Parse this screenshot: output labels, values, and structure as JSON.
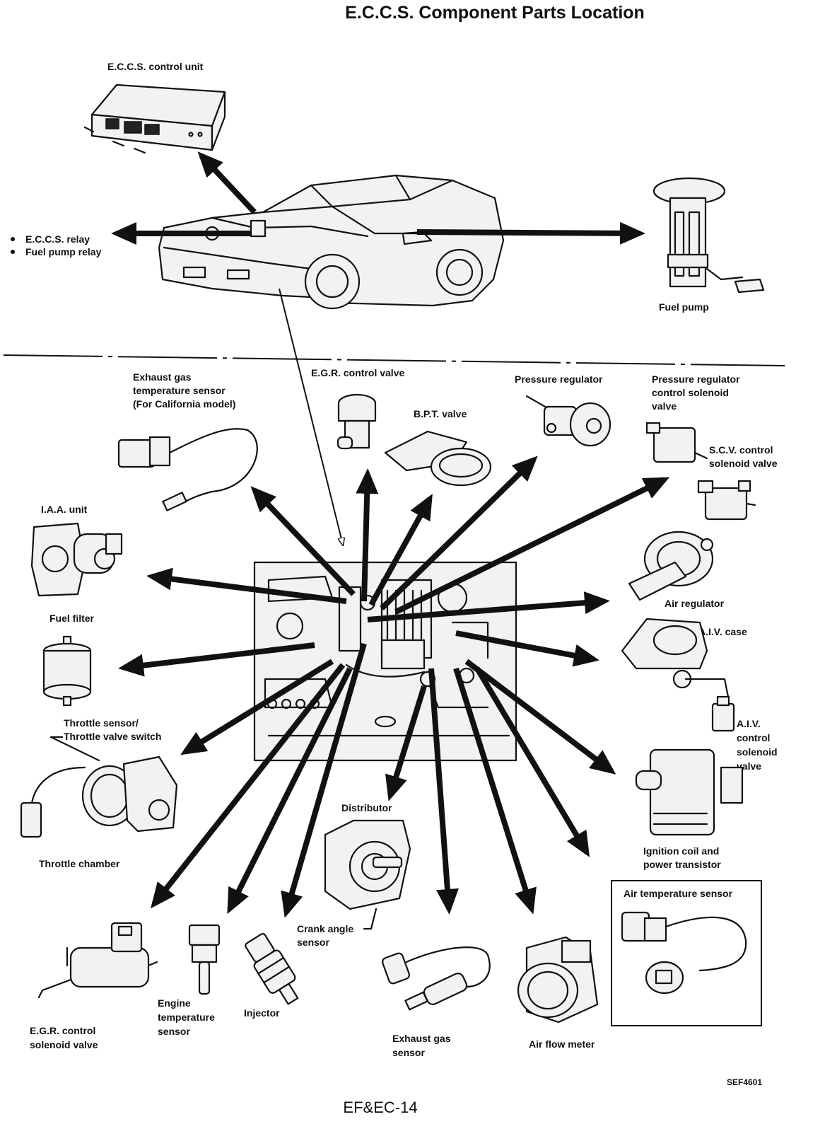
{
  "title": "E.C.C.S. Component Parts Location",
  "footer": "EF&EC-14",
  "figure_code": "SEF4601",
  "labels": {
    "control_unit": "E.C.C.S. control unit",
    "eccs_relay": "E.C.C.S. relay",
    "fuel_pump_relay": "Fuel pump relay",
    "fuel_pump": "Fuel pump",
    "exhaust_gas_temp_sensor": [
      "Exhaust gas",
      "temperature sensor",
      "(For California model)"
    ],
    "egr_control_valve": "E.G.R. control valve",
    "bpt_valve": "B.P.T. valve",
    "pressure_regulator": "Pressure regulator",
    "pressure_regulator_solenoid": [
      "Pressure regulator",
      "control solenoid",
      "valve"
    ],
    "scv_control_solenoid": [
      "S.C.V. control",
      "solenoid valve"
    ],
    "iaa_unit": "I.A.A. unit",
    "air_regulator": "Air regulator",
    "fuel_filter": "Fuel filter",
    "aiv_case": "A.I.V. case",
    "aiv_control_solenoid": [
      "A.I.V.",
      "control",
      "solenoid",
      "valve"
    ],
    "throttle_sensor": [
      "Throttle sensor/",
      "Throttle valve switch"
    ],
    "throttle_chamber": "Throttle chamber",
    "distributor": "Distributor",
    "crank_angle_sensor": [
      "Crank angle",
      "sensor"
    ],
    "ignition_coil": [
      "Ignition coil and",
      "power transistor"
    ],
    "air_temp_sensor": "Air temperature sensor",
    "egr_control_solenoid": [
      "E.G.R. control",
      "solenoid valve"
    ],
    "engine_temp_sensor": [
      "Engine",
      "temperature",
      "sensor"
    ],
    "injector": "Injector",
    "exhaust_gas_sensor": [
      "Exhaust gas",
      "sensor"
    ],
    "air_flow_meter": "Air flow meter"
  }
}
